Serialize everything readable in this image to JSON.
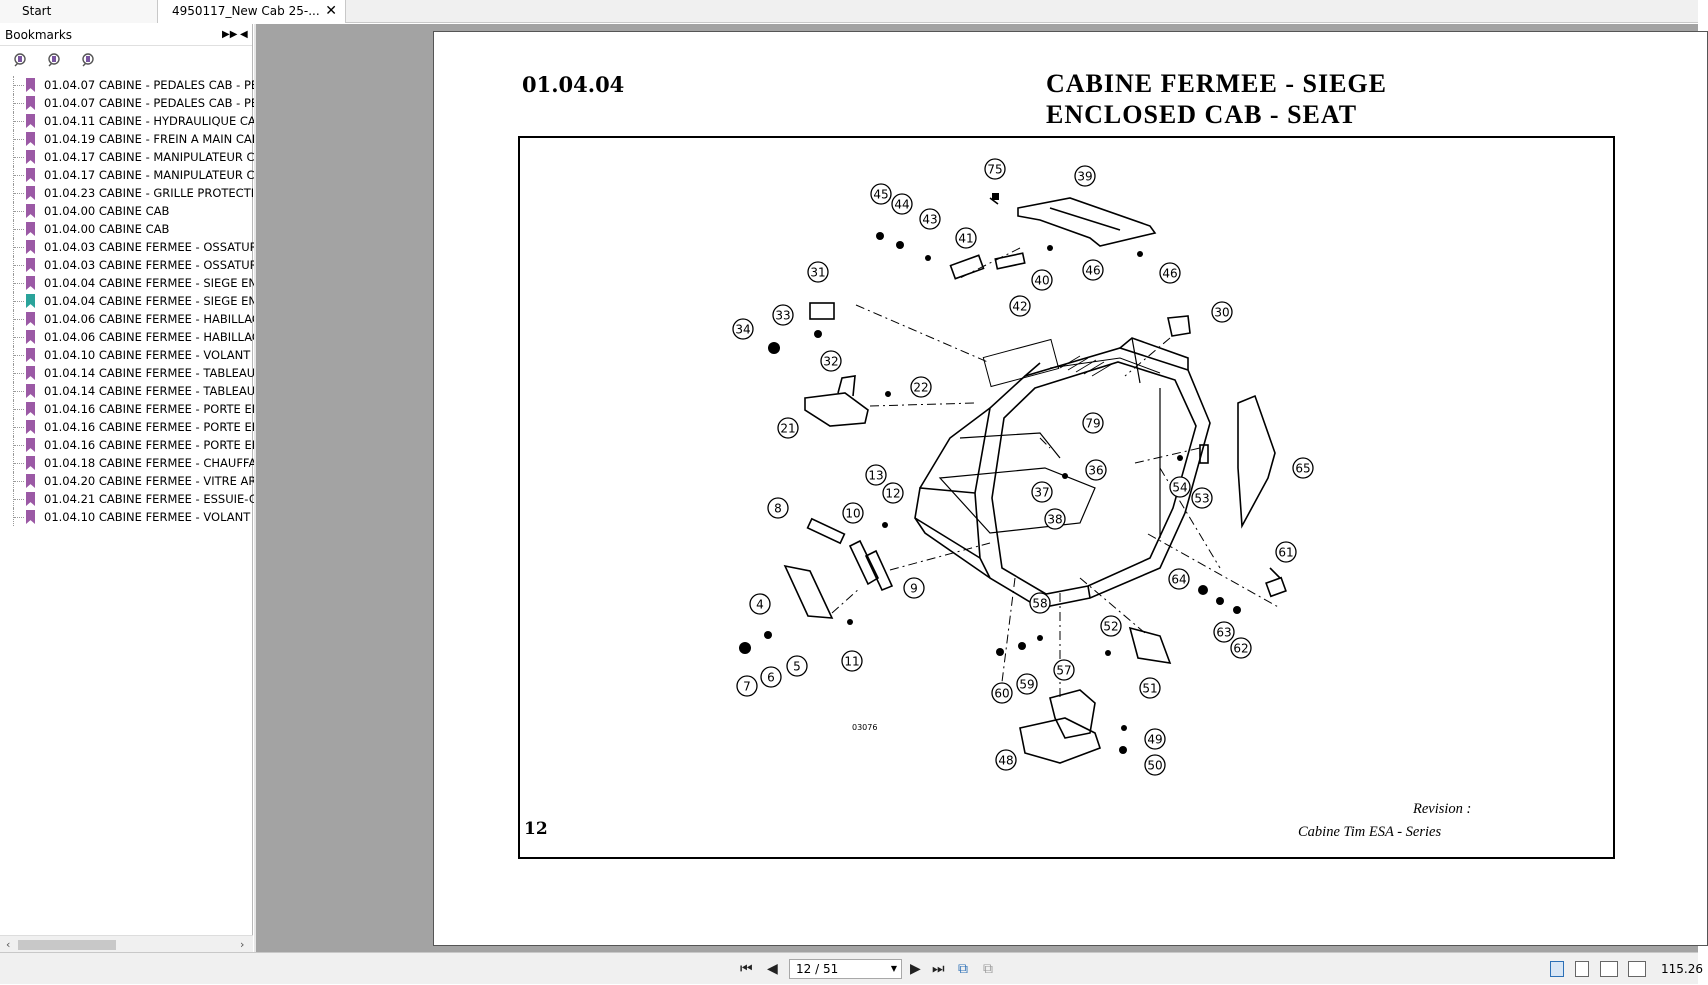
{
  "tabs": [
    {
      "label": "Start"
    },
    {
      "label": "4950117_New Cab 25-..."
    }
  ],
  "bookmarks": {
    "title": "Bookmarks",
    "items": [
      {
        "label": "01.04.07 CABINE - PEDALES CAB - PE"
      },
      {
        "label": "01.04.07 CABINE - PEDALES CAB - PE"
      },
      {
        "label": "01.04.11 CABINE - HYDRAULIQUE CA"
      },
      {
        "label": "01.04.19 CABINE - FREIN A MAIN CAB"
      },
      {
        "label": "01.04.17 CABINE - MANIPULATEUR C"
      },
      {
        "label": "01.04.17 CABINE - MANIPULATEUR C"
      },
      {
        "label": "01.04.23 CABINE - GRILLE PROTECTI"
      },
      {
        "label": "01.04.00 CABINE CAB"
      },
      {
        "label": "01.04.00 CABINE CAB"
      },
      {
        "label": "01.04.03 CABINE FERMEE - OSSATUR"
      },
      {
        "label": "01.04.03 CABINE FERMEE - OSSATUR"
      },
      {
        "label": "01.04.04 CABINE FERMEE - SIEGE EN"
      },
      {
        "label": "01.04.04 CABINE FERMEE - SIEGE EN",
        "active": true
      },
      {
        "label": "01.04.06 CABINE FERMEE - HABILLAG"
      },
      {
        "label": "01.04.06 CABINE FERMEE - HABILLAG"
      },
      {
        "label": "01.04.10 CABINE FERMEE - VOLANT I"
      },
      {
        "label": "01.04.14 CABINE FERMEE - TABLEAU"
      },
      {
        "label": "01.04.14 CABINE FERMEE - TABLEAU"
      },
      {
        "label": "01.04.16 CABINE FERMEE - PORTE EN"
      },
      {
        "label": "01.04.16 CABINE FERMEE - PORTE EN"
      },
      {
        "label": "01.04.16 CABINE FERMEE - PORTE EN"
      },
      {
        "label": "01.04.18 CABINE FERMEE - CHAUFFA("
      },
      {
        "label": "01.04.20 CABINE FERMEE - VITRE AR"
      },
      {
        "label": "01.04.21 CABINE FERMEE - ESSUIE-G"
      },
      {
        "label": "01.04.10 CABINE FERMEE - VOLANT I"
      }
    ]
  },
  "page": {
    "section": "01.04.04",
    "title_fr": "CABINE  FERMEE  -  SIEGE",
    "title_en": "ENCLOSED  CAB  -  SEAT",
    "page_number": "12",
    "revision": "Revision :",
    "series": "Cabine Tim ESA  - Series",
    "drawing_ref": "03076",
    "callouts": [
      "75",
      "39",
      "45",
      "44",
      "43",
      "41",
      "40",
      "46",
      "46",
      "42",
      "31",
      "30",
      "33",
      "34",
      "32",
      "22",
      "21",
      "79",
      "13",
      "12",
      "36",
      "37",
      "38",
      "54",
      "53",
      "65",
      "8",
      "10",
      "9",
      "4",
      "11",
      "61",
      "64",
      "63",
      "62",
      "58",
      "52",
      "7",
      "6",
      "5",
      "60",
      "59",
      "57",
      "51",
      "49",
      "48",
      "50"
    ]
  },
  "navigation": {
    "page_indicator": "12 / 51",
    "zoom": "115.26"
  },
  "colors": {
    "bookmark_flag": "#9b59a5",
    "bookmark_flag_active": "#2aa39a",
    "workspace_bg": "#a3a3a3"
  }
}
